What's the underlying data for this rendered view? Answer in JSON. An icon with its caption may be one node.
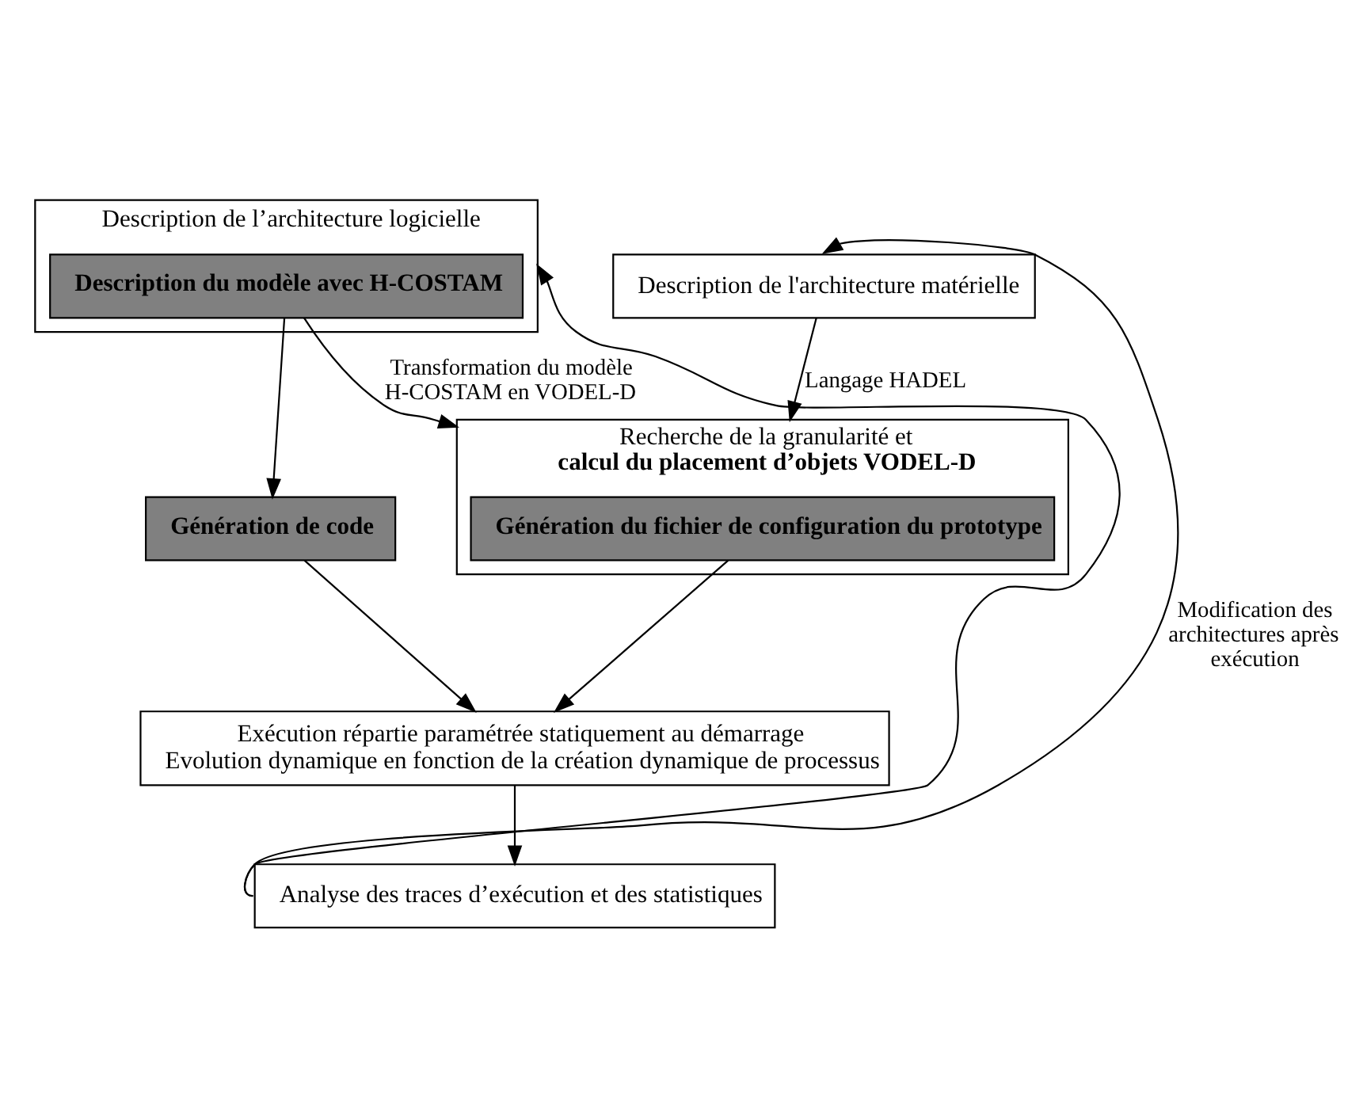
{
  "diagram": {
    "nodes": [
      {
        "text": [
          "Description de l’architecture logicielle"
        ]
      },
      {
        "text": [
          "Description du modèle avec H-COSTAM"
        ],
        "in": 0
      },
      {
        "text": [
          "Description de l'architecture matérielle"
        ]
      },
      {
        "text": [
          "Recherche de la granularité et",
          "calcul du placement d’objets VODEL-D"
        ]
      },
      {
        "text": [
          "Génération du fichier de configuration du prototype"
        ],
        "in": 3
      },
      {
        "text": [
          "Génération de code"
        ]
      },
      {
        "text": [
          "Exécution répartie paramétrée statiquement au démarrage",
          "Evolution dynamique en fonction de la création dynamique de processus"
        ]
      },
      {
        "text": [
          "Analyse des traces d’exécution et des statistiques"
        ]
      }
    ],
    "edges": [
      {
        "from": 7,
        "to": 2,
        "arrow": "to",
        "label": "Modification des architectures après exécution"
      },
      {
        "from": 7,
        "to": 0,
        "arrow": "to"
      },
      {
        "from": 2,
        "to": 3,
        "arrow": "to",
        "label": "Langage HADEL"
      },
      {
        "from": 1,
        "to": 3,
        "arrow": "to",
        "label": "Transformation du modèle H-COSTAM en VODEL-D"
      },
      {
        "from": 1,
        "to": 5,
        "arrow": "to"
      },
      {
        "from": 4,
        "to": 6,
        "arrow": "to"
      },
      {
        "from": 5,
        "to": 6,
        "arrow": "to"
      },
      {
        "from": 6,
        "to": 7,
        "arrow": "to"
      }
    ]
  }
}
